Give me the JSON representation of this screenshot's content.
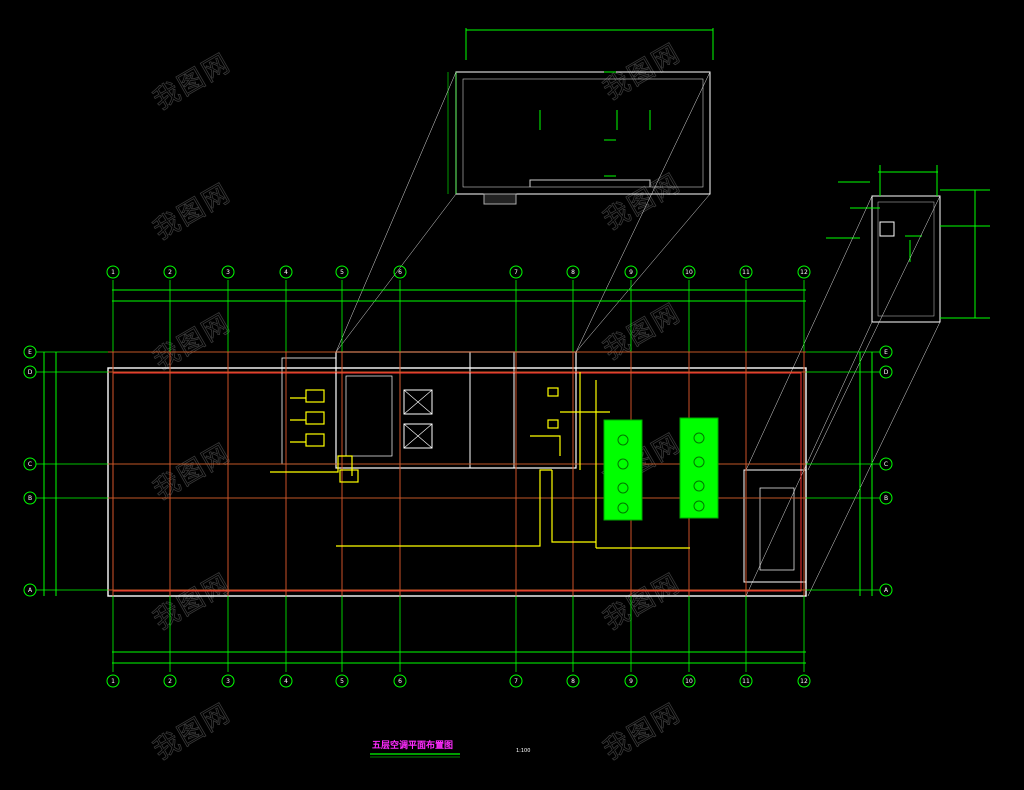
{
  "drawing": {
    "title": "五层空调平面布置图",
    "scale": "1:100"
  },
  "axes": {
    "numeric": [
      "1",
      "2",
      "3",
      "4",
      "5",
      "6",
      "7",
      "8",
      "9",
      "10",
      "11",
      "12"
    ],
    "letters": [
      "E",
      "D",
      "C",
      "B",
      "A"
    ]
  },
  "watermark": "我图网",
  "colors": {
    "background": "#000000",
    "grid_axis": "#00ff00",
    "wall": "#ff3333",
    "equipment": "#ffff00",
    "unit_fill": "#00ff00",
    "title": "#ff2bff",
    "outline": "#ffffff"
  }
}
